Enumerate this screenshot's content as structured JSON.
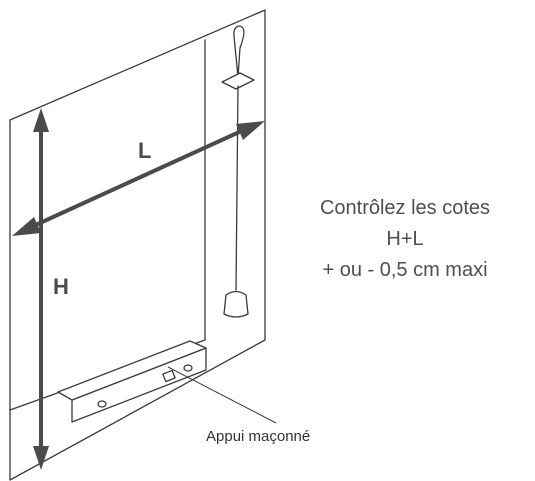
{
  "labels": {
    "width": "L",
    "height": "H"
  },
  "note": {
    "line1": "Contrôlez les cotes",
    "line2": "H+L",
    "line3": "+ ou - 0,5 cm maxi"
  },
  "callout": {
    "text": "Appui maçonné"
  },
  "colors": {
    "stroke": "#3a3a3a",
    "arrow": "#4b4b4b",
    "text": "#4f4f4f"
  }
}
